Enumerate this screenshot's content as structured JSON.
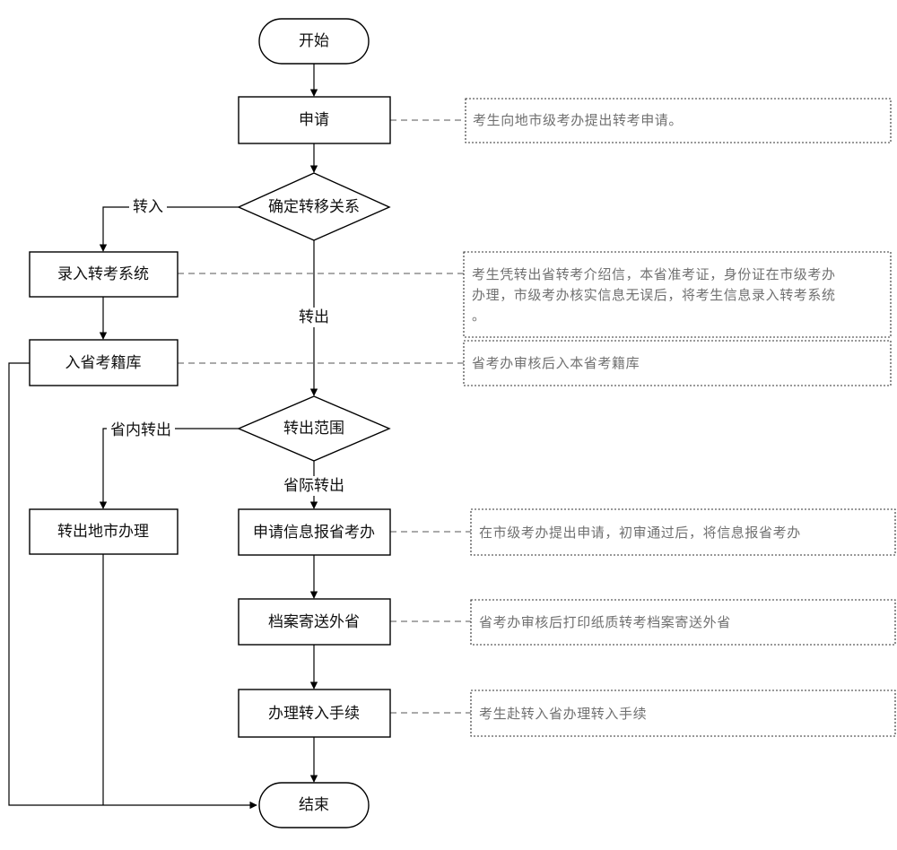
{
  "nodes": {
    "start": "开始",
    "apply": "申请",
    "determine": "确定转移关系",
    "enter_system": "录入转考系统",
    "enter_library": "入省考籍库",
    "transfer_scope": "转出范围",
    "city_handle": "转出地市办理",
    "report_province": "申请信息报省考办",
    "mail_archive": "档案寄送外省",
    "handle_transfer_in": "办理转入手续",
    "end": "结束"
  },
  "edges": {
    "transfer_in": "转入",
    "transfer_out": "转出",
    "within_province": "省内转出",
    "inter_province": "省际转出"
  },
  "notes": {
    "apply": [
      "考生向地市级考办提出转考申请。"
    ],
    "enter_system": [
      "考生凭转出省转考介绍信，本省准考证，身份证在市级考办",
      "办理，市级考办核实信息无误后，将考生信息录入转考系统",
      "。"
    ],
    "enter_library": [
      "省考办审核后入本省考籍库"
    ],
    "report_province": [
      "在市级考办提出申请，初审通过后，将信息报省考办"
    ],
    "mail_archive": [
      "省考办审核后打印纸质转考档案寄送外省"
    ],
    "handle_transfer_in": [
      "考生赴转入省办理转入手续"
    ]
  }
}
